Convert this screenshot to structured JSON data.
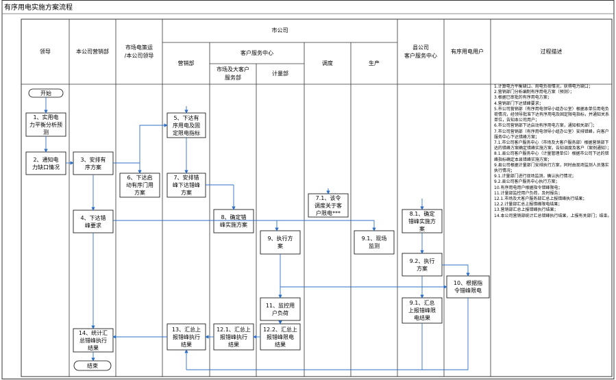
{
  "title": "有序用电实施方案流程",
  "lanes": {
    "leader": "领导",
    "ops": "本公司营销部",
    "dispatch": "市场电策运\n/本公司领导",
    "city": "市公司",
    "marketing": "营销部",
    "service_center": "客户服务中心",
    "large_cust": "市场及大客户\n服务部",
    "metering": "计量部",
    "dispatch2": "调度",
    "production": "生产",
    "county": "县公司\n客户服务中心",
    "user": "有序用电用户",
    "process_desc": "过程描述"
  },
  "nodes": {
    "start": "开始",
    "n1": "1、实用电\n力平衡分析预\n测",
    "n2": "2、通知电\n力缺口情况",
    "n3": "3、安排有\n序方案",
    "n4": "4、下达错\n峰要求",
    "n5": "5、下达有\n序用电及固\n定限电指标",
    "n6": "6、下达启\n动有序门用\n方案",
    "n7": "7、安排错\n峰下达错峰\n方案",
    "n71": "7.1、该令\n调度关于客\n户限电***",
    "n8": "8、确定错\n峰实施方案",
    "n81": "8.1、确定\n错峰实施方\n案",
    "n9": "9、执行方\n案",
    "n91": "9.1、现场\n监测",
    "n92": "9.2、执行\n方案",
    "n10": "10、根据指\n令错峰限电",
    "n11": "11、监控用\n户负荷",
    "n12": "12.1、汇总上\n报错峰执行\n结果",
    "n121": "12.2、汇总上\n报错峰限电\n结果",
    "n13": "13、汇总上\n报错峰执行\n结果",
    "n21": "9.1、汇总\n上报错峰限\n电结果",
    "n14": "14、统计汇\n总错峰执行\n结果",
    "end": "结束"
  },
  "description": "1.计算电力平衡缺口、用电负荷情况，获得电力缺口；\n2.营销部门分析编制有序用电方案（预测）；\n3.根据已审批的有序用电方案；\n4.营销部门下达错峰要求；\n5.市公司营销部（有序用电领导小组办公室）根据本单位用电负荷情况，经领导批准下达有序用电及固定限电指标，并通知关系单位，告知本公司用户；\n6.市公司营销部下达启动有序用电方案，通知相关部门；\n7.市公司营销部（有序用电领导小组办公室）安排错峰，向客户服务中心下达错峰方案；\n7.1.市公司客户服务中心（市场及大客户服务部）根据营销部下达的错峰方案确定错峰实施方案，告知调度及客户（案例通知）；\n8.1.县公司客户服务中心（计量管理单位）根据市公司下达的错峰指标确定本县错峰实施方案；\n9.县公司根据计量部门安排执行方案，同时由现场监测人员落实执行情况；\n9.1.计量部门进行现场监测，确认执行情况；\n9.2.县公司客户服务中心执行方案；\n10.有序用电用户根据指令错峰限电；\n11.计量部监控用户负荷，及时报告；\n12.1.市场及大客户服务部汇总上报错峰执行结果；\n12.2.计量部汇总上报错峰限电结果；\n13.营销部汇总上报错峰执行结果；\n14.本公司营销部统计汇总错峰执行结果，上报有关部门；结束。"
}
